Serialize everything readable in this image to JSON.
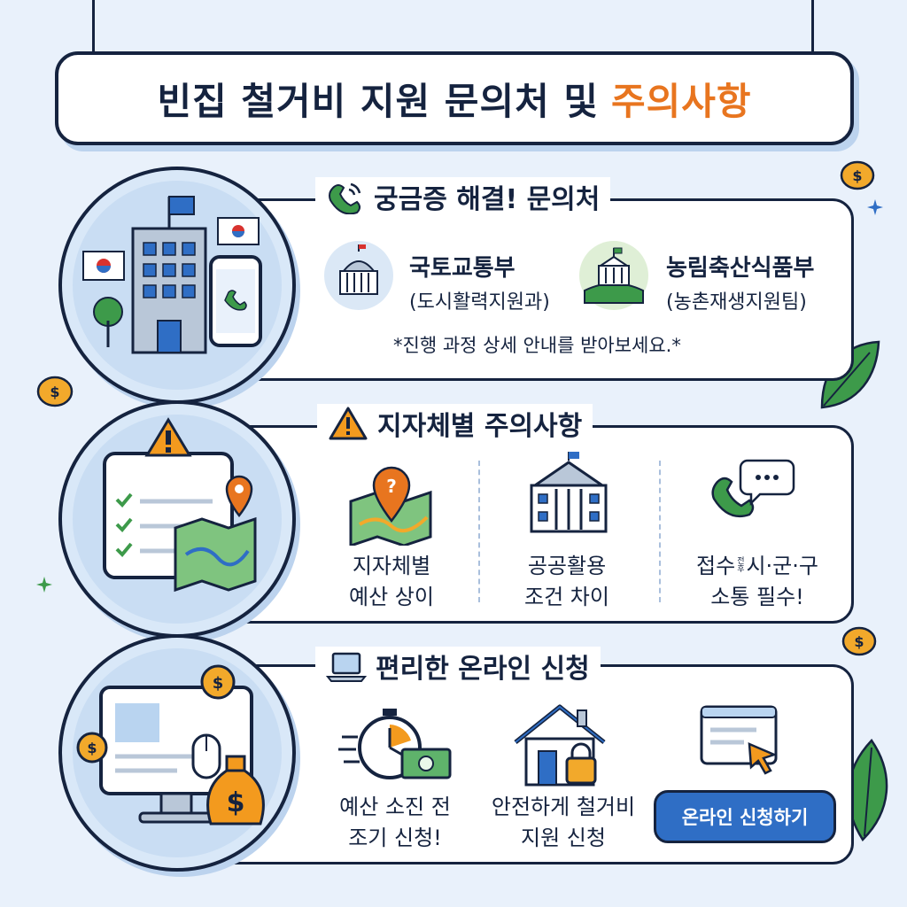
{
  "title": {
    "main": "빈집 철거비 지원 문의처 및",
    "accent": "주의사항"
  },
  "colors": {
    "navy": "#15233f",
    "orange": "#e8751f",
    "blue": "#2f6ec5",
    "green": "#3d9a4a",
    "bg": "#e9f1fb"
  },
  "section1": {
    "heading": "궁금증 해결! 문의처",
    "icon": "phone-icon",
    "agencies": [
      {
        "name": "국토교통부",
        "dept": "(도시활력지원과)",
        "icon": "government-building-icon"
      },
      {
        "name": "농림축산식품부",
        "dept": "(농촌재생지원팀)",
        "icon": "farm-building-icon"
      }
    ],
    "note": "*진행 과정 상세 안내를 받아보세요.*"
  },
  "section2": {
    "heading": "지자체별 주의사항",
    "icon": "warning-icon",
    "items": [
      {
        "line1": "지자체별",
        "line2": "예산 상이",
        "icon": "map-question-icon"
      },
      {
        "line1": "공공활용",
        "line2": "조건 차이",
        "icon": "public-building-icon"
      },
      {
        "line1a": "접수",
        "tiny_top": "전",
        "tiny_bottom": "후",
        "line1b": "시·군·구",
        "line2": "소통 필수!",
        "icon": "phone-chat-icon"
      }
    ]
  },
  "section3": {
    "heading": "편리한 온라인 신청",
    "icon": "laptop-icon",
    "items": [
      {
        "line1": "예산 소진 전",
        "line2": "조기 신청!",
        "icon": "stopwatch-money-icon"
      },
      {
        "line1": "안전하게 철거비",
        "line2": "지원 신청",
        "icon": "house-lock-icon"
      }
    ],
    "cta": "온라인 신청하기",
    "cta_icon": "browser-cursor-icon"
  }
}
